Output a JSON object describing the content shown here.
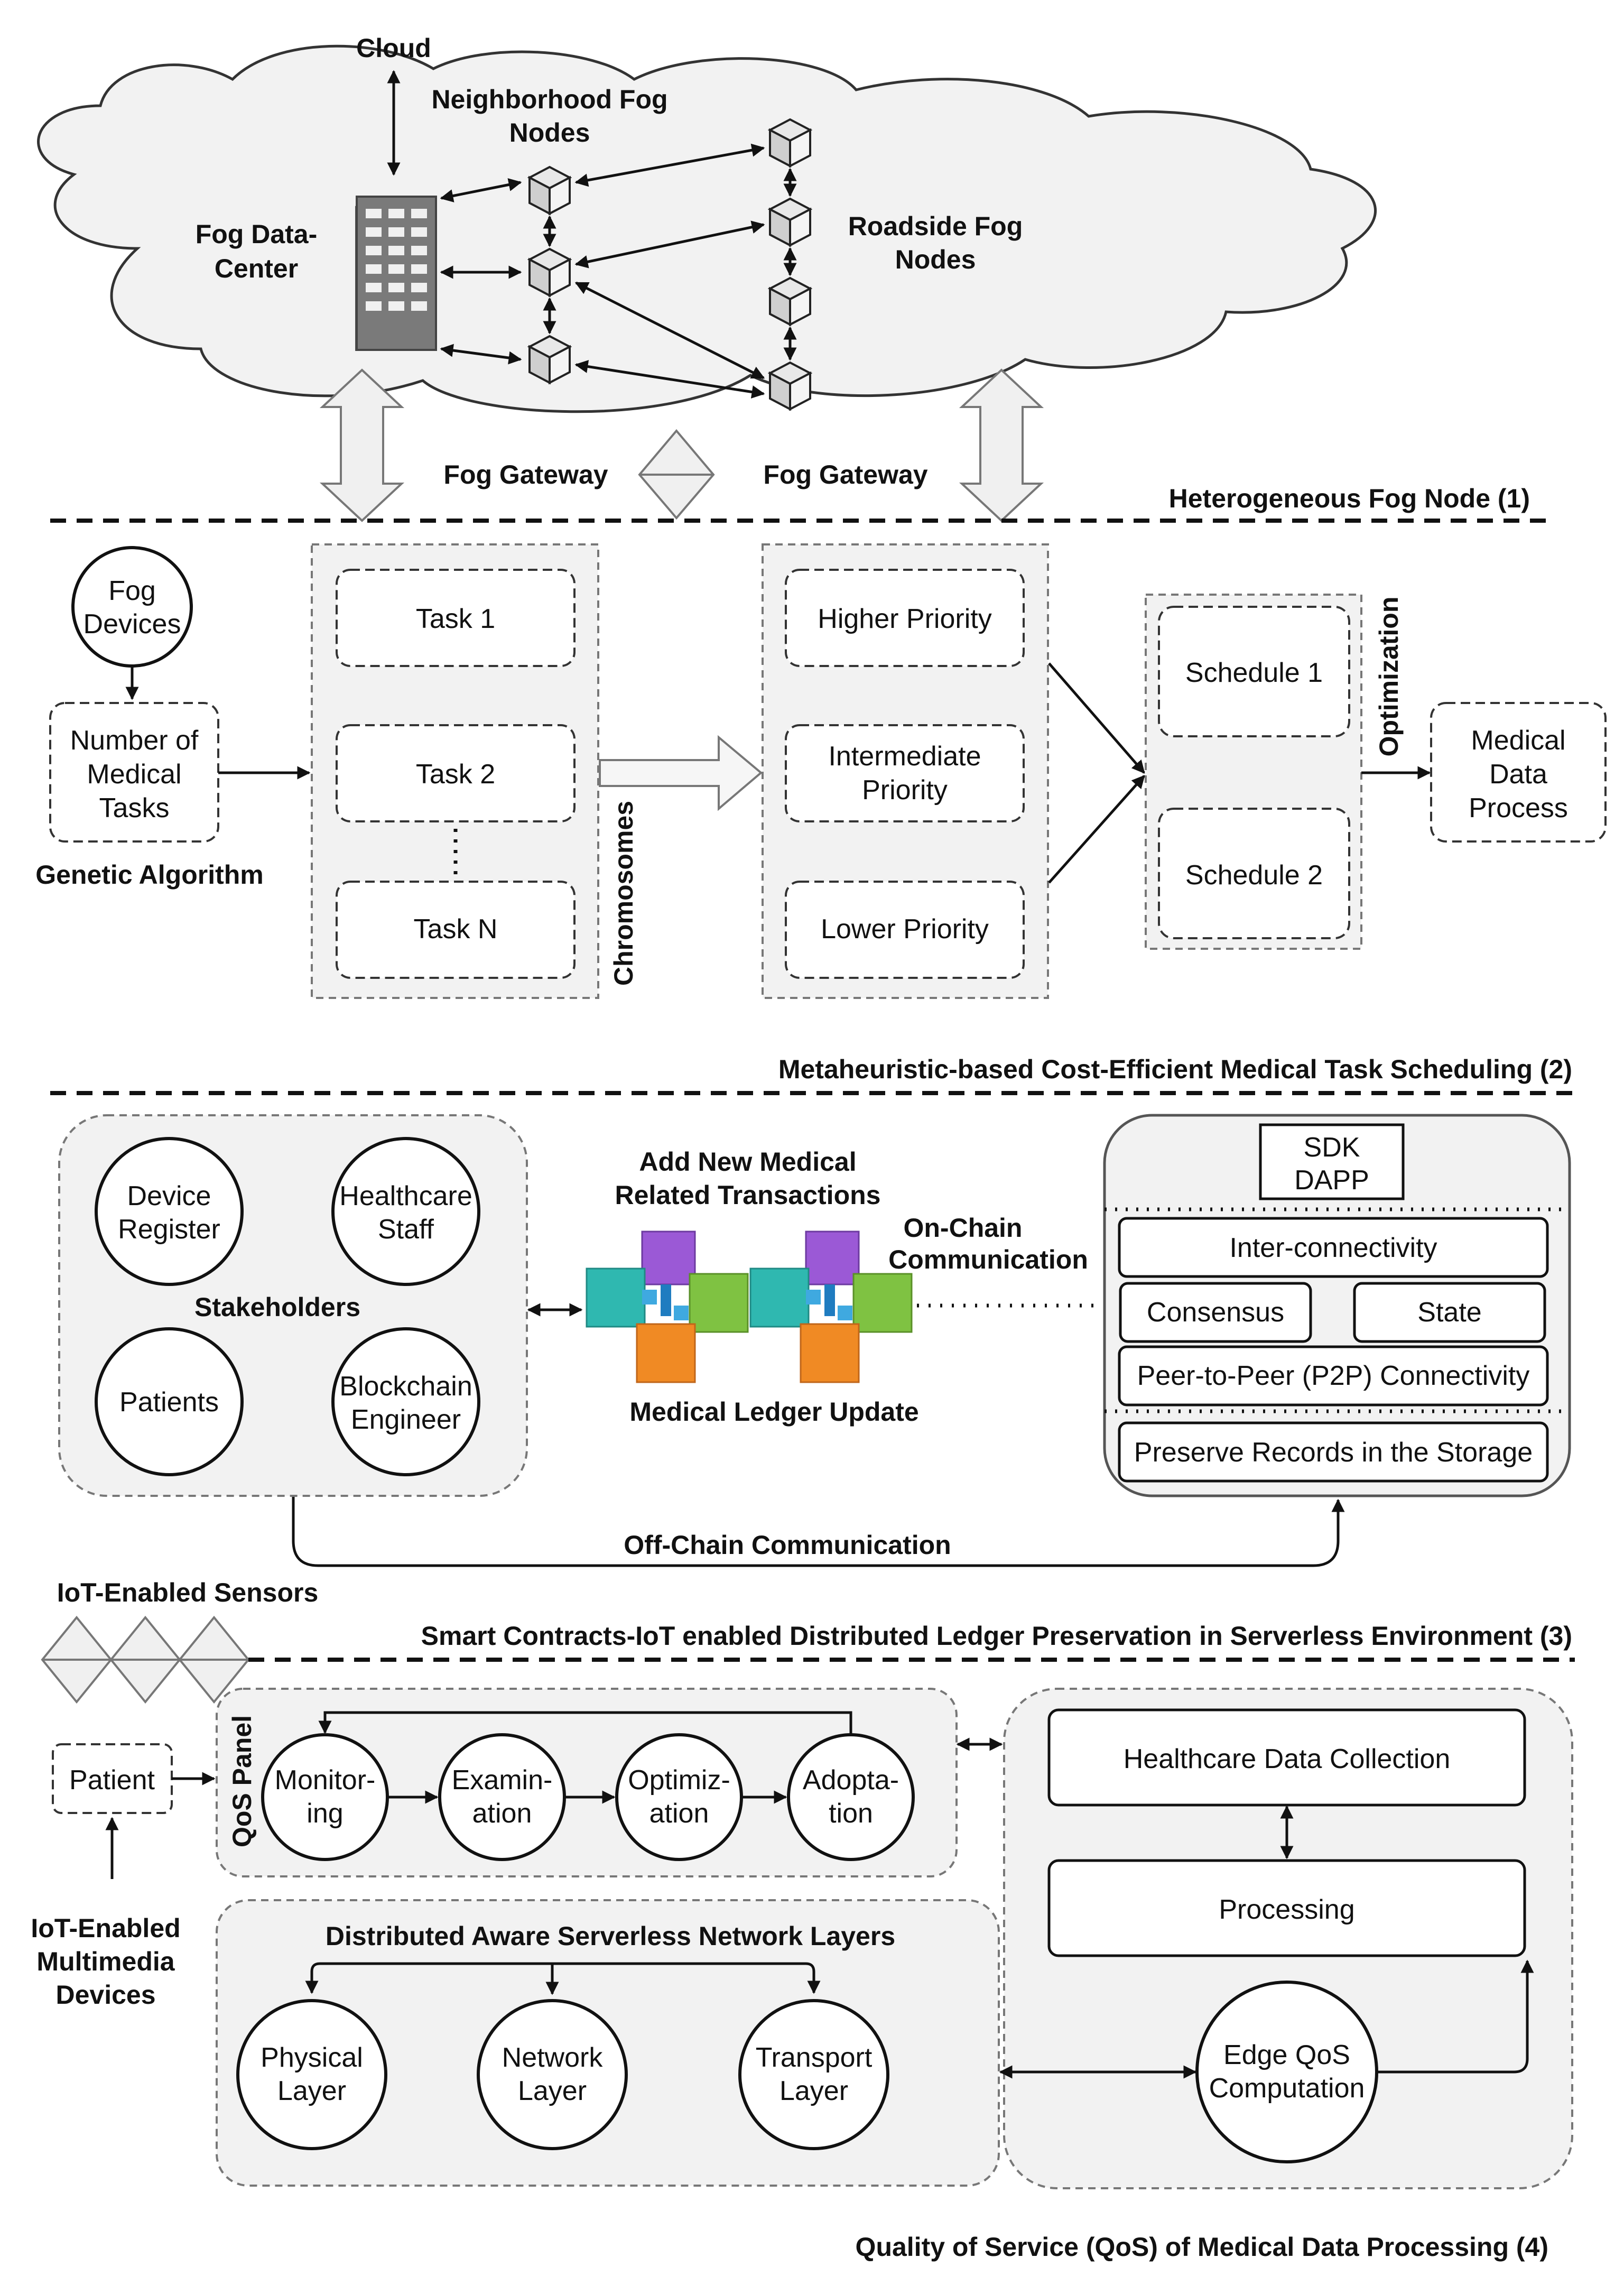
{
  "cloud": {
    "cloud_label": "Cloud",
    "neighborhood_l1": "Neighborhood Fog",
    "neighborhood_l2": "Nodes",
    "datacenter_l1": "Fog Data-",
    "datacenter_l2": "Center",
    "roadside_l1": "Roadside Fog",
    "roadside_l2": "Nodes",
    "gateway_left": "Fog Gateway",
    "gateway_right": "Fog Gateway"
  },
  "section1": {
    "title": "Heterogeneous Fog Node (1)"
  },
  "section2": {
    "fog_devices_l1": "Fog",
    "fog_devices_l2": "Devices",
    "num_tasks_l1": "Number of",
    "num_tasks_l2": "Medical",
    "num_tasks_l3": "Tasks",
    "genetic": "Genetic Algorithm",
    "tasks": [
      "Task 1",
      "Task 2",
      "Task N"
    ],
    "chromosomes": "Chromosomes",
    "priority_high": "Higher Priority",
    "priority_mid_l1": "Intermediate",
    "priority_mid_l2": "Priority",
    "priority_low": "Lower Priority",
    "schedules": [
      "Schedule 1",
      "Schedule 2"
    ],
    "optimization": "Optimization",
    "medical_l1": "Medical",
    "medical_l2": "Data",
    "medical_l3": "Process",
    "title": "Metaheuristic-based Cost-Efficient Medical Task Scheduling (2)"
  },
  "section3": {
    "device_l1": "Device",
    "device_l2": "Register",
    "staff_l1": "Healthcare",
    "staff_l2": "Staff",
    "stakeholders": "Stakeholders",
    "patients": "Patients",
    "engineer_l1": "Blockchain",
    "engineer_l2": "Engineer",
    "add_tx_l1": "Add New Medical",
    "add_tx_l2": "Related Transactions",
    "ledger_update": "Medical Ledger Update",
    "onchain_l1": "On-Chain",
    "onchain_l2": "Communication",
    "sdk_l1": "SDK",
    "sdk_l2": "DAPP",
    "interconnect": "Inter-connectivity",
    "consensus": "Consensus",
    "state": "State",
    "p2p": "Peer-to-Peer (P2P) Connectivity",
    "preserve": "Preserve Records in the Storage",
    "offchain": "Off-Chain Communication",
    "iot_sensors": "IoT-Enabled Sensors",
    "title": "Smart Contracts-IoT enabled Distributed Ledger Preservation in Serverless Environment (3)"
  },
  "section4": {
    "patient": "Patient",
    "qos_panel": "QoS Panel",
    "monitor_l1": "Monitor-",
    "monitor_l2": "ing",
    "exam_l1": "Examin-",
    "exam_l2": "ation",
    "optim_l1": "Optimiz-",
    "optim_l2": "ation",
    "adopt_l1": "Adopta-",
    "adopt_l2": "tion",
    "iot_multi_l1": "IoT-Enabled",
    "iot_multi_l2": "Multimedia",
    "iot_multi_l3": "Devices",
    "serverless_title": "Distributed Aware Serverless Network Layers",
    "physical_l1": "Physical",
    "physical_l2": "Layer",
    "network_l1": "Network",
    "network_l2": "Layer",
    "transport_l1": "Transport",
    "transport_l2": "Layer",
    "collection": "Healthcare Data Collection",
    "processing": "Processing",
    "edge_l1": "Edge QoS",
    "edge_l2": "Computation",
    "title": "Quality of Service (QoS) of Medical Data Processing (4)"
  }
}
